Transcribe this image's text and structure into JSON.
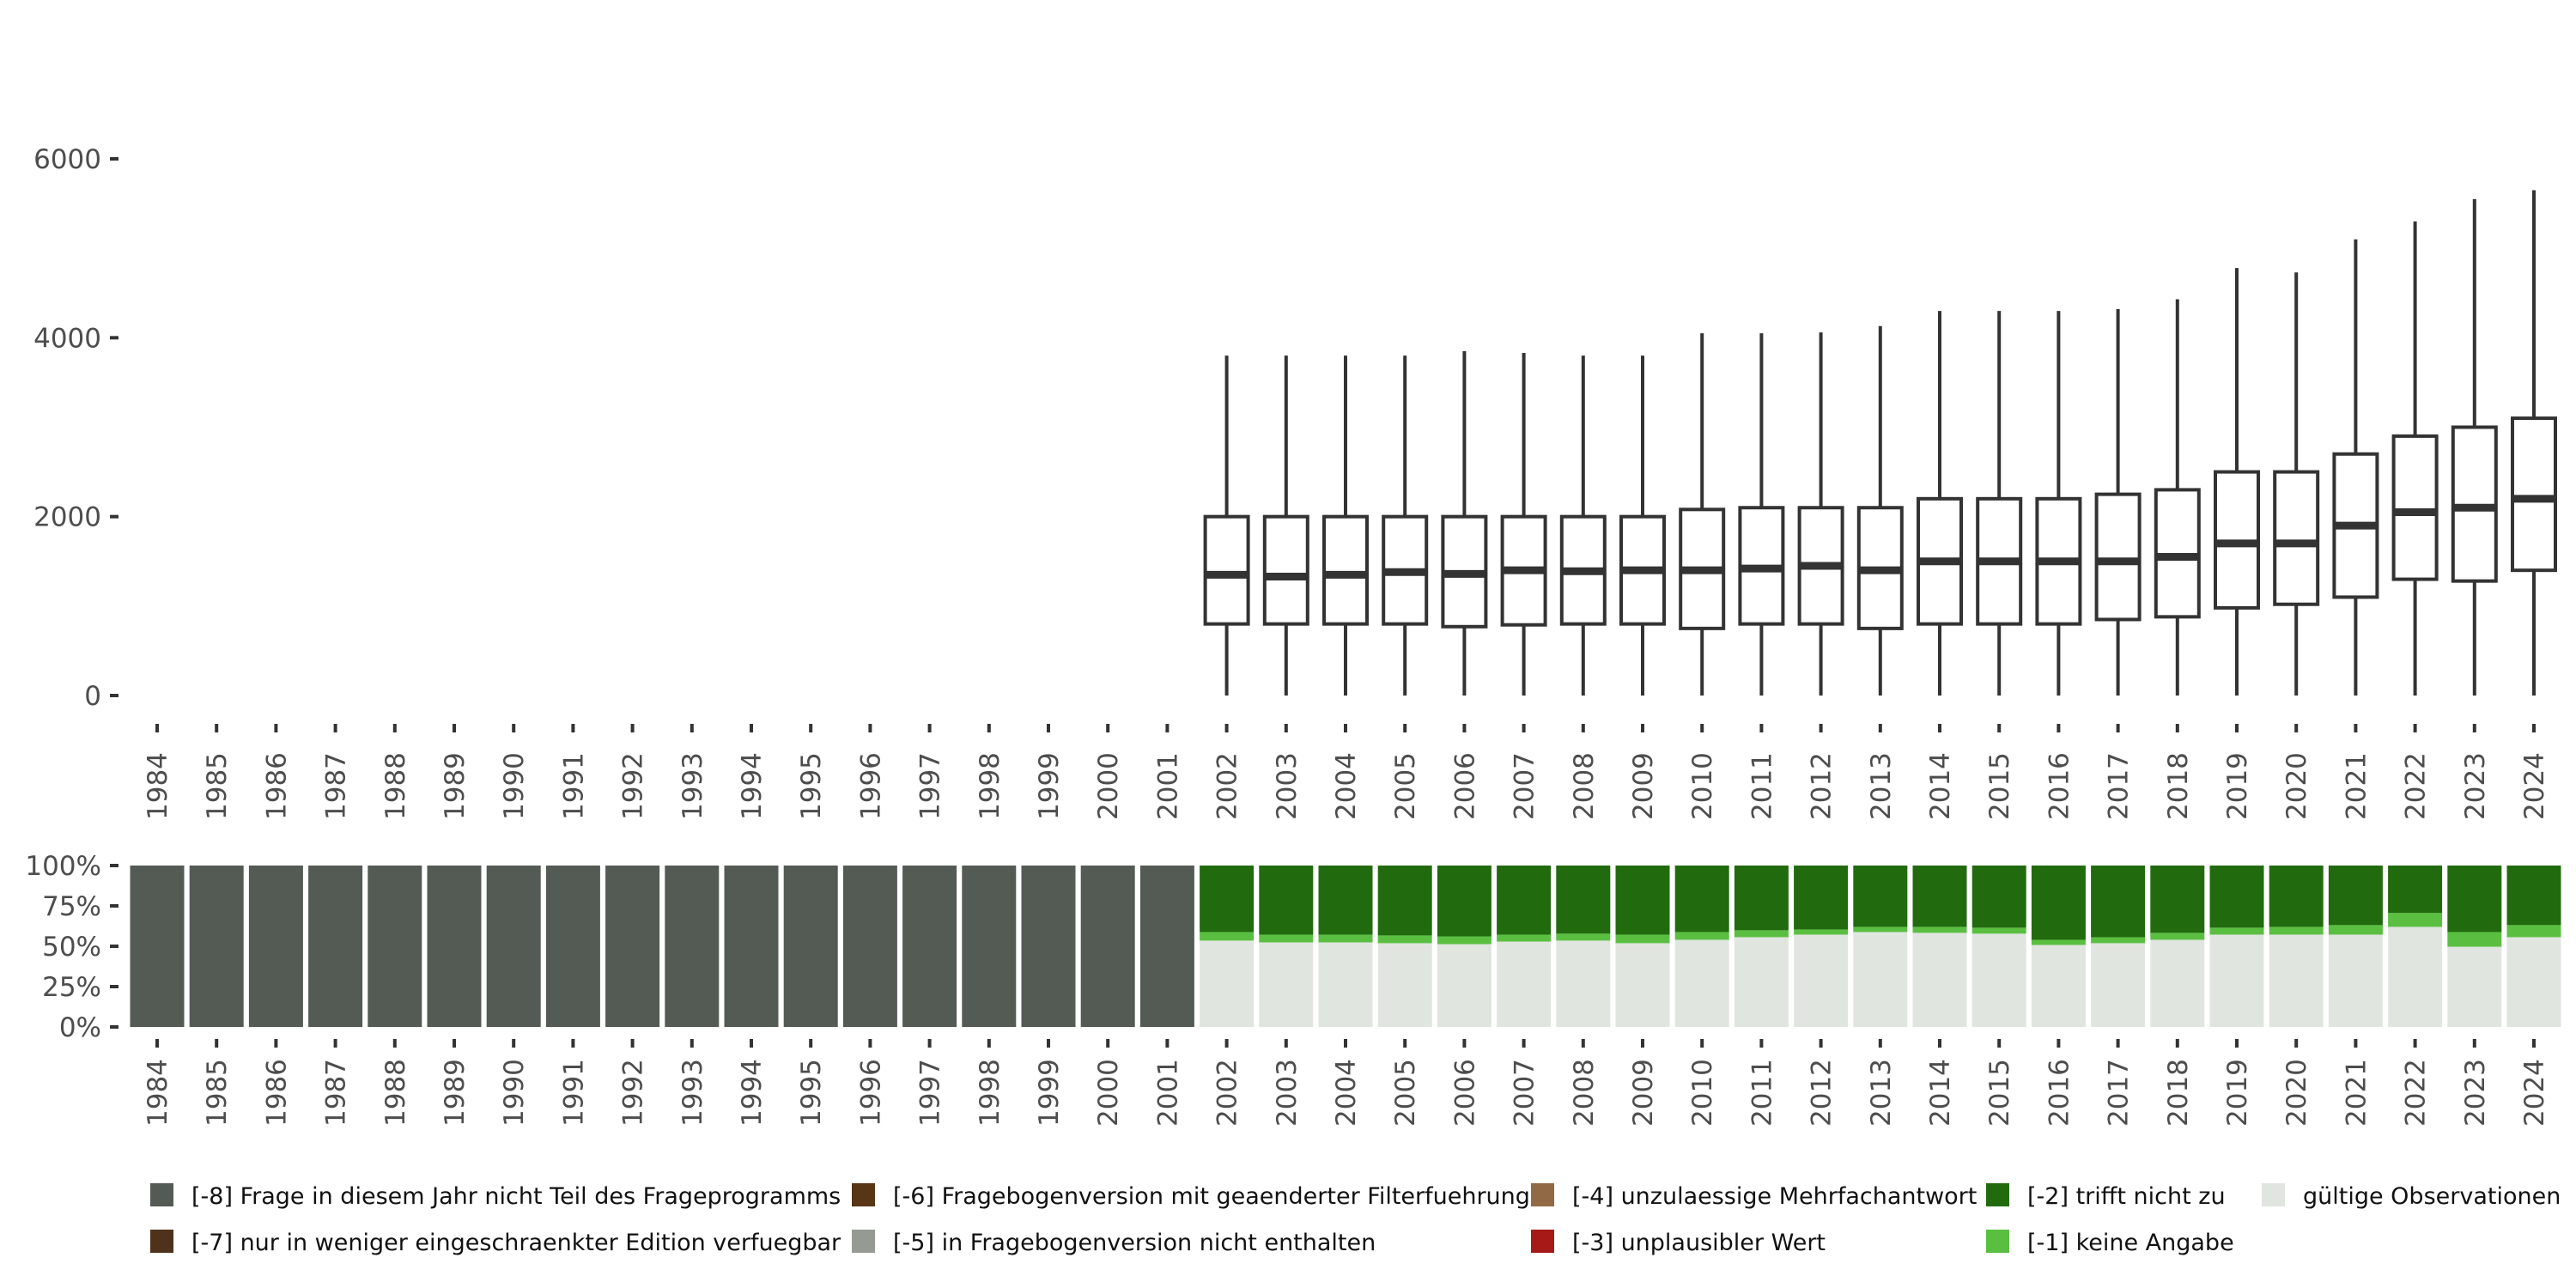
{
  "chart_data": [
    {
      "type": "boxplot",
      "title": "",
      "xlabel": "",
      "ylabel": "",
      "ylim": [
        0,
        6000
      ],
      "yticks": [
        0,
        2000,
        4000,
        6000
      ],
      "ytick_labels": [
        "0",
        "2000",
        "4000",
        "6000"
      ],
      "categories": [
        "1984",
        "1985",
        "1986",
        "1987",
        "1988",
        "1989",
        "1990",
        "1991",
        "1992",
        "1993",
        "1994",
        "1995",
        "1996",
        "1997",
        "1998",
        "1999",
        "2000",
        "2001",
        "2002",
        "2003",
        "2004",
        "2005",
        "2006",
        "2007",
        "2008",
        "2009",
        "2010",
        "2011",
        "2012",
        "2013",
        "2014",
        "2015",
        "2016",
        "2017",
        "2018",
        "2019",
        "2020",
        "2021",
        "2022",
        "2023",
        "2024"
      ],
      "boxes": {
        "2002": [
          0,
          800,
          1350,
          2000,
          3800
        ],
        "2003": [
          0,
          800,
          1330,
          2000,
          3800
        ],
        "2004": [
          0,
          800,
          1350,
          2000,
          3800
        ],
        "2005": [
          0,
          800,
          1380,
          2000,
          3800
        ],
        "2006": [
          0,
          770,
          1360,
          2000,
          3850
        ],
        "2007": [
          0,
          790,
          1400,
          2000,
          3830
        ],
        "2008": [
          0,
          800,
          1390,
          2000,
          3800
        ],
        "2009": [
          0,
          800,
          1400,
          2000,
          3800
        ],
        "2010": [
          0,
          750,
          1400,
          2080,
          4050
        ],
        "2011": [
          0,
          800,
          1420,
          2100,
          4050
        ],
        "2012": [
          0,
          800,
          1450,
          2100,
          4060
        ],
        "2013": [
          0,
          750,
          1400,
          2100,
          4130
        ],
        "2014": [
          0,
          800,
          1500,
          2200,
          4300
        ],
        "2015": [
          0,
          800,
          1500,
          2200,
          4300
        ],
        "2016": [
          0,
          800,
          1500,
          2200,
          4300
        ],
        "2017": [
          0,
          850,
          1500,
          2250,
          4320
        ],
        "2018": [
          0,
          880,
          1550,
          2300,
          4430
        ],
        "2019": [
          0,
          980,
          1700,
          2500,
          4780
        ],
        "2020": [
          0,
          1020,
          1700,
          2500,
          4730
        ],
        "2021": [
          0,
          1100,
          1900,
          2700,
          5100
        ],
        "2022": [
          0,
          1300,
          2050,
          2900,
          5300
        ],
        "2023": [
          0,
          1280,
          2100,
          3000,
          5550
        ],
        "2024": [
          0,
          1400,
          2200,
          3100,
          5650
        ]
      }
    },
    {
      "type": "stacked_bar",
      "ylim": [
        0,
        100
      ],
      "ytick_labels": [
        "0%",
        "25%",
        "50%",
        "75%",
        "100%"
      ],
      "categories": [
        "1984",
        "1985",
        "1986",
        "1987",
        "1988",
        "1989",
        "1990",
        "1991",
        "1992",
        "1993",
        "1994",
        "1995",
        "1996",
        "1997",
        "1998",
        "1999",
        "2000",
        "2001",
        "2002",
        "2003",
        "2004",
        "2005",
        "2006",
        "2007",
        "2008",
        "2009",
        "2010",
        "2011",
        "2012",
        "2013",
        "2014",
        "2015",
        "2016",
        "2017",
        "2018",
        "2019",
        "2020",
        "2021",
        "2022",
        "2023",
        "2024"
      ],
      "series": [
        {
          "name": "gültige Observationen",
          "color": "#e1e5e0",
          "values": [
            0,
            0,
            0,
            0,
            0,
            0,
            0,
            0,
            0,
            0,
            0,
            0,
            0,
            0,
            0,
            0,
            0,
            0,
            53.5,
            52.4,
            52.4,
            51.9,
            51.3,
            52.9,
            53.5,
            51.9,
            54.0,
            55.6,
            57.2,
            58.8,
            58.3,
            57.8,
            50.8,
            51.9,
            54.0,
            57.2,
            57.2,
            57.2,
            62.0,
            49.7,
            55.6
          ]
        },
        {
          "name": "[-1] keine Angabe",
          "color": "#5abf41",
          "values": [
            0,
            0,
            0,
            0,
            0,
            0,
            0,
            0,
            0,
            0,
            0,
            0,
            0,
            0,
            0,
            0,
            0,
            0,
            5.3,
            4.8,
            4.8,
            4.8,
            4.8,
            4.3,
            4.3,
            5.3,
            4.8,
            4.3,
            3.2,
            3.2,
            3.7,
            3.7,
            3.2,
            3.7,
            4.3,
            4.3,
            4.8,
            5.9,
            8.6,
            9.1,
            7.5
          ]
        },
        {
          "name": "[-2] trifft nicht zu",
          "color": "#216b0e",
          "values": [
            0,
            0,
            0,
            0,
            0,
            0,
            0,
            0,
            0,
            0,
            0,
            0,
            0,
            0,
            0,
            0,
            0,
            0,
            41.2,
            42.8,
            42.8,
            43.3,
            43.9,
            42.8,
            42.2,
            42.8,
            41.2,
            40.1,
            39.6,
            38.0,
            38.0,
            38.5,
            46.0,
            44.4,
            41.7,
            38.5,
            38.0,
            36.9,
            29.4,
            41.2,
            36.9
          ]
        },
        {
          "name": "[-8] Frage in diesem Jahr nicht Teil des Frageprogramms",
          "color": "#545a54",
          "values": [
            100,
            100,
            100,
            100,
            100,
            100,
            100,
            100,
            100,
            100,
            100,
            100,
            100,
            100,
            100,
            100,
            100,
            100,
            0,
            0,
            0,
            0,
            0,
            0,
            0,
            0,
            0,
            0,
            0,
            0,
            0,
            0,
            0,
            0,
            0,
            0,
            0,
            0,
            0,
            0,
            0
          ]
        }
      ]
    }
  ],
  "legend": [
    {
      "label": "[-8] Frage in diesem Jahr nicht Teil des Frageprogramms",
      "color": "#545a54"
    },
    {
      "label": "[-7] nur in weniger eingeschraenkter Edition verfuegbar",
      "color": "#4e3219"
    },
    {
      "label": "[-6] Fragebogenversion mit geaenderter Filterfuehrung",
      "color": "#573515"
    },
    {
      "label": "[-5] in Fragebogenversion nicht enthalten",
      "color": "#959b93"
    },
    {
      "label": "[-4] unzulaessige Mehrfachantwort",
      "color": "#916a45"
    },
    {
      "label": "[-3] unplausibler Wert",
      "color": "#a51a17"
    },
    {
      "label": "[-2] trifft nicht zu",
      "color": "#216b0e"
    },
    {
      "label": "[-1] keine Angabe",
      "color": "#5abf41"
    },
    {
      "label": "gültige Observationen",
      "color": "#e1e5e0"
    }
  ]
}
